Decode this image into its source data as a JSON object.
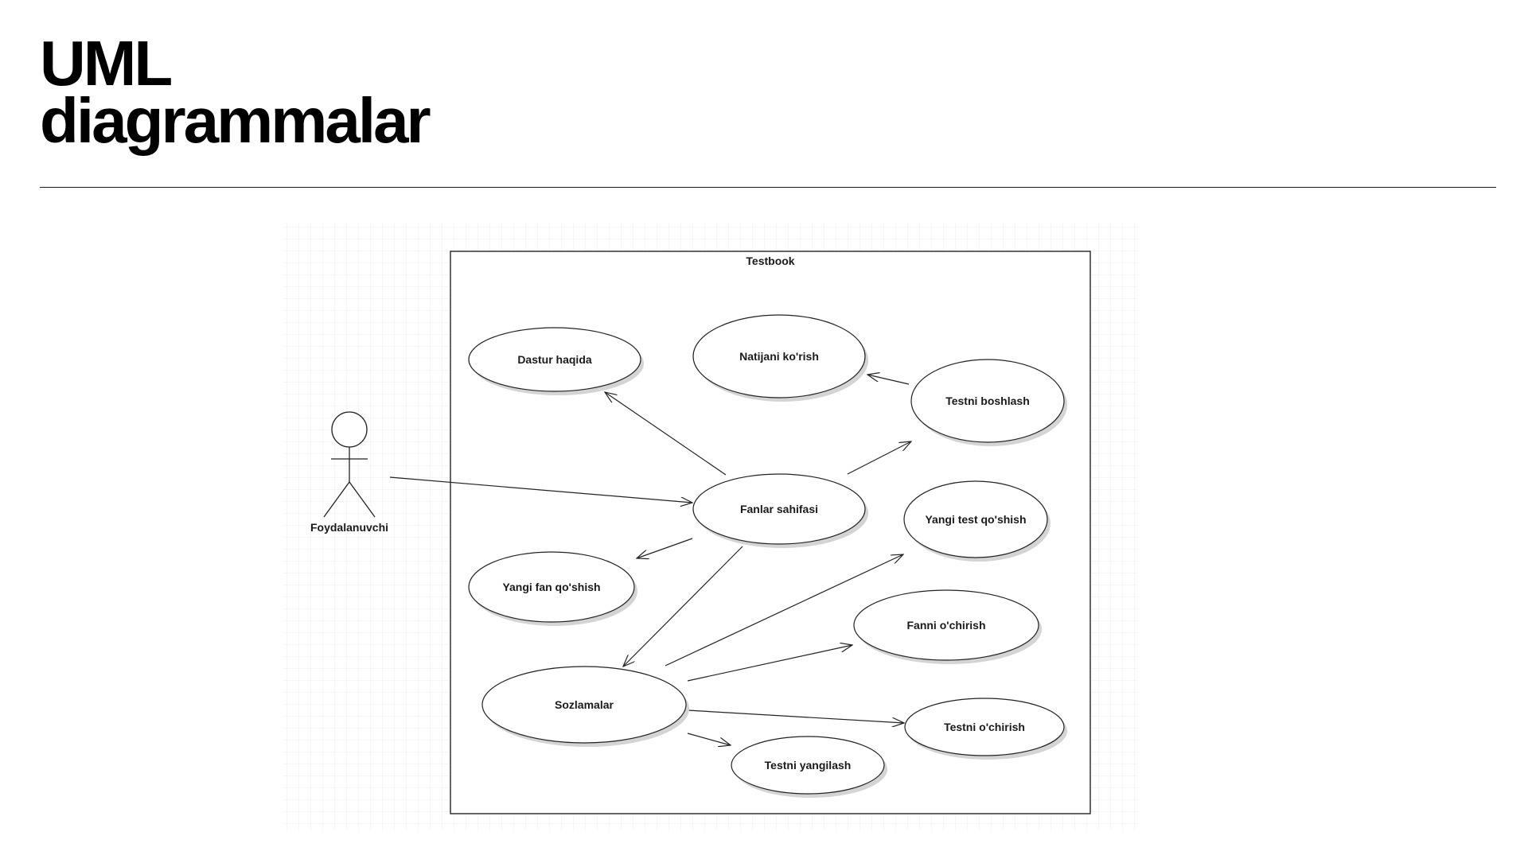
{
  "slide": {
    "title_line1": "UML",
    "title_line2": "diagrammalar"
  },
  "diagram": {
    "system_name": "Testbook",
    "actor": "Foydalanuvchi",
    "use_cases": {
      "dastur_haqida": "Dastur haqida",
      "natijani_korish": "Natijani ko'rish",
      "testni_boshlash": "Testni boshlash",
      "fanlar_sahifasi": "Fanlar sahifasi",
      "yangi_test_qoshish": "Yangi test qo'shish",
      "yangi_fan_qoshish": "Yangi fan qo'shish",
      "fanni_ochirish": "Fanni o'chirish",
      "sozlamalar": "Sozlamalar",
      "testni_ochirish": "Testni o'chirish",
      "testni_yangilash": "Testni yangilash"
    },
    "colors": {
      "grid": "#e9e9e9",
      "line": "#222222",
      "shadow": "#d4d4d4"
    }
  }
}
